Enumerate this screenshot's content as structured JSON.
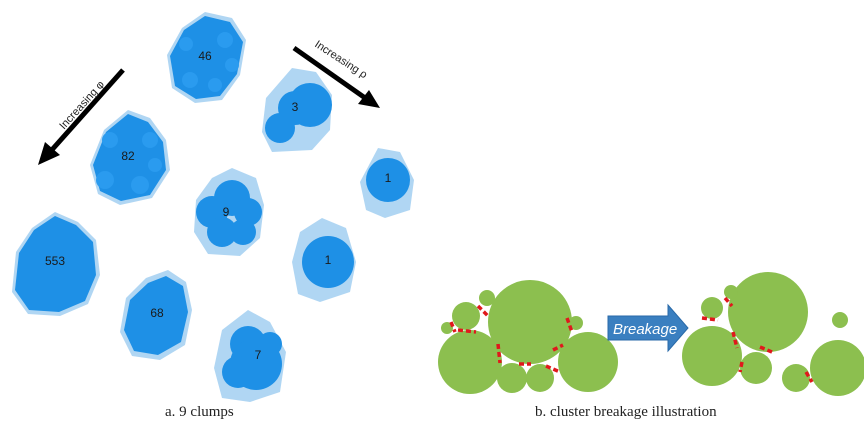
{
  "panel_a": {
    "caption": "a. 9 clumps",
    "arrows": {
      "left_label": "Increasing φ",
      "right_label": "Increasing ρ"
    },
    "clumps": {
      "c46": "46",
      "c3": "3",
      "c82": "82",
      "c9": "9",
      "c1_top": "1",
      "c553": "553",
      "c68": "68",
      "c1_mid": "1",
      "c7": "7"
    }
  },
  "panel_b": {
    "caption": "b. cluster breakage illustration",
    "arrow_label": "Breakage"
  },
  "colors": {
    "particle_fill": "#1e90e6",
    "particle_dark": "#1577c8",
    "envelope": "#8ec5ee",
    "sphere_green": "#8cbf4f",
    "bond_red": "#e0181c",
    "arrow_blue": "#3a7fc0"
  }
}
